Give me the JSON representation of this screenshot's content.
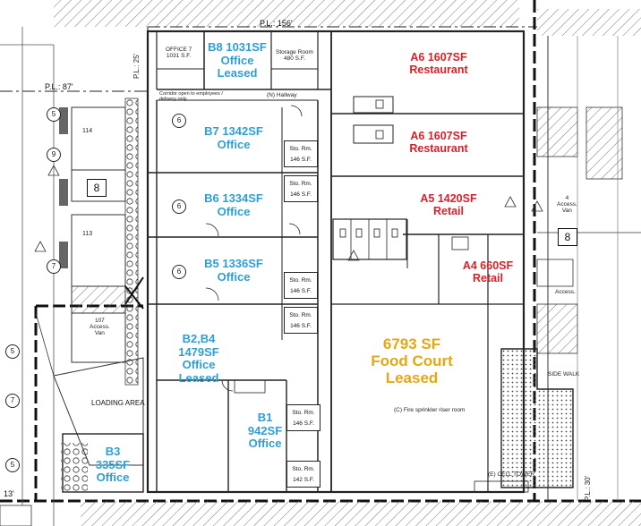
{
  "property_lines": {
    "top": "P.L.: 156'",
    "left": "P.L.: 87'",
    "left_vertical": "P.L.: 25'",
    "right_vertical": "P.L.: 30'",
    "bottom_left": "13'"
  },
  "suites": {
    "b8": {
      "line1": "B8 1031SF",
      "line2": "Office",
      "line3": "Leased"
    },
    "b7": {
      "line1": "B7 1342SF",
      "line2": "Office"
    },
    "b6": {
      "line1": "B6 1334SF",
      "line2": "Office"
    },
    "b5": {
      "line1": "B5 1336SF",
      "line2": "Office"
    },
    "b2b4": {
      "line1": "B2,B4",
      "line2": "1479SF",
      "line3": "Office",
      "line4": "Leased"
    },
    "b1": {
      "line1": "B1",
      "line2": "942SF",
      "line3": "Office"
    },
    "b3": {
      "line1": "B3",
      "line2": "335SF",
      "line3": "Office"
    },
    "a6_upper": {
      "line1": "A6 1607SF",
      "line2": "Restaurant"
    },
    "a6_lower": {
      "line1": "A6 1607SF",
      "line2": "Restaurant"
    },
    "a5": {
      "line1": "A5 1420SF",
      "line2": "Retail"
    },
    "a4": {
      "line1": "A4 660SF",
      "line2": "Retail"
    },
    "food_court": {
      "line1": "6793 SF",
      "line2": "Food Court",
      "line3": "Leased"
    }
  },
  "rooms": {
    "office7": {
      "line1": "OFFICE 7",
      "line2": "1031 S.F."
    },
    "storage": {
      "line1": "Storage Room",
      "line2": "480 S.F."
    },
    "hallway": "(N) Hallway",
    "corridor_note": "Corridor open to employees / delivery only",
    "sto_line1": "Sto. Rm.",
    "sto_line2": "146 S.F.",
    "sto_small_line2": "142 S.F.",
    "loading": "LOADING AREA",
    "access_van_left": {
      "line1": "107",
      "line2": "Access.",
      "line3": "Van"
    },
    "access_van_right": {
      "line1": "4",
      "line2": "Access.",
      "line3": "Van"
    },
    "access_right_2": "Access.",
    "cell_tower": "(E) CELL TOWER",
    "sprinkler": "(C) Fire sprinkler riser room",
    "sidewalk": "SIDE WALK",
    "stall_114": "114",
    "stall_113": "113",
    "stall_8_left": "8",
    "stall_8_right": "8"
  },
  "markers": [
    "5",
    "6",
    "9",
    "6",
    "7",
    "6",
    "5",
    "7",
    "5"
  ],
  "colors": {
    "office_label": "#2e9fd4",
    "retail_label": "#d8202a",
    "food_court_label": "#e3a812",
    "linework": "#222222"
  }
}
